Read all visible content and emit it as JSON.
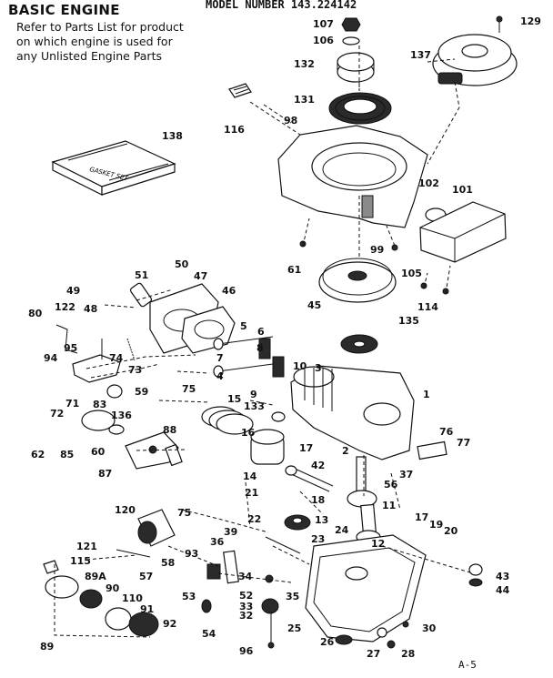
{
  "header": {
    "title": "BASIC ENGINE",
    "note_lines": [
      "Refer to Parts List for product",
      "on which engine is used for",
      "any Unlisted Engine Parts"
    ],
    "model": "MODEL NUMBER 143.224142"
  },
  "gasket_set_label": "GASKET SET",
  "page_number": "A-5",
  "part_numbers": [
    "107",
    "106",
    "129",
    "137",
    "132",
    "131",
    "116",
    "98",
    "138",
    "102",
    "101",
    "99",
    "61",
    "105",
    "114",
    "50",
    "51",
    "47",
    "49",
    "48",
    "46",
    "122",
    "80",
    "95",
    "74",
    "73",
    "94",
    "45",
    "135",
    "5",
    "6",
    "7",
    "8",
    "10",
    "9",
    "4",
    "1",
    "59",
    "75",
    "72",
    "71",
    "83",
    "15",
    "133",
    "3",
    "136",
    "88",
    "62",
    "85",
    "60",
    "16",
    "76",
    "77",
    "2",
    "17",
    "42",
    "14",
    "37",
    "56",
    "87",
    "120",
    "75",
    "39",
    "21",
    "18",
    "22",
    "13",
    "11",
    "36",
    "93",
    "23",
    "17",
    "19",
    "20",
    "121",
    "115",
    "58",
    "57",
    "89A",
    "90",
    "110",
    "91",
    "92",
    "53",
    "52",
    "54",
    "34",
    "35",
    "32",
    "33",
    "96",
    "24",
    "12",
    "25",
    "26",
    "27",
    "28",
    "30",
    "43",
    "44",
    "89"
  ]
}
